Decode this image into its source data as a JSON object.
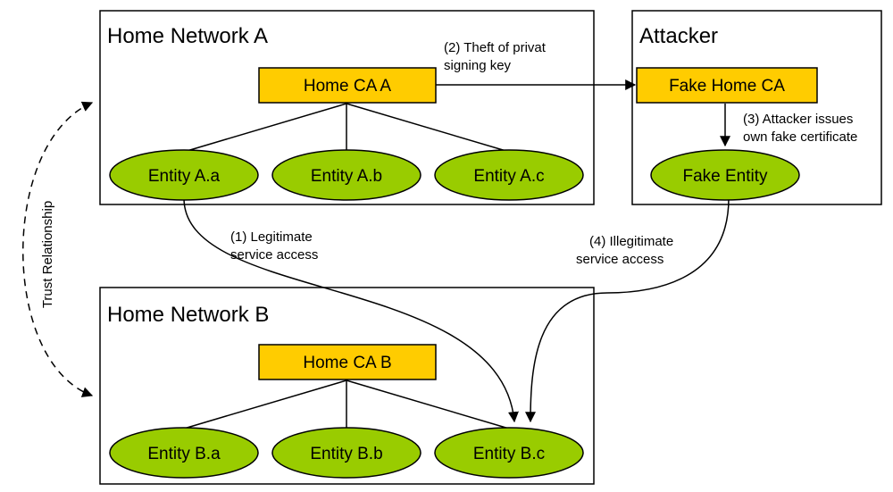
{
  "colors": {
    "ca": "#ffcc00",
    "entity": "#99cc00",
    "stroke": "#000000"
  },
  "network_a": {
    "title": "Home Network A",
    "ca": "Home CA A",
    "entities": [
      "Entity A.a",
      "Entity A.b",
      "Entity A.c"
    ]
  },
  "network_b": {
    "title": "Home Network B",
    "ca": "Home CA B",
    "entities": [
      "Entity B.a",
      "Entity B.b",
      "Entity B.c"
    ]
  },
  "attacker": {
    "title": "Attacker",
    "ca": "Fake Home CA",
    "entity": "Fake Entity"
  },
  "labels": {
    "trust": "Trust Relationship",
    "step1_line1": "(1) Legitimate",
    "step1_line2": "service access",
    "step2_line1": "(2) Theft of privat",
    "step2_line2": "signing key",
    "step3_line1": "(3) Attacker issues",
    "step3_line2": "own fake certificate",
    "step4_line1": "(4) Illegitimate",
    "step4_line2": "service access"
  }
}
